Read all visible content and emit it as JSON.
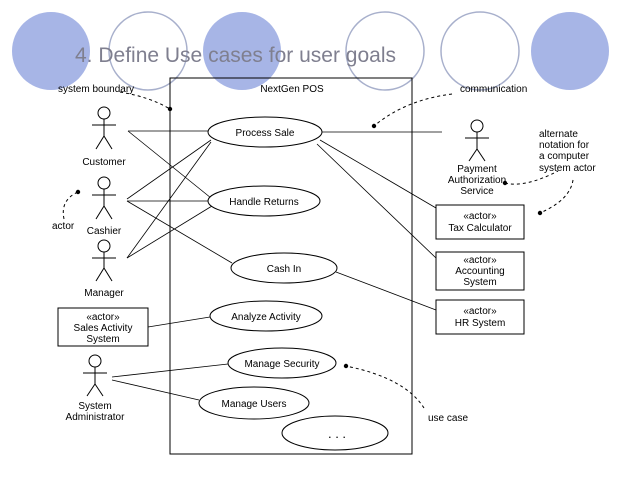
{
  "slide": {
    "title": "4. Define Use cases for user goals"
  },
  "colors": {
    "circle_blue": "#a7b5e6",
    "circle_outline": "#a8b0cc",
    "line": "#000000",
    "title": "#7f7f8f"
  },
  "diagram": {
    "system_name": "NextGen POS",
    "actors": {
      "customer": "Customer",
      "cashier": "Cashier",
      "manager": "Manager",
      "sysadmin_line1": "System",
      "sysadmin_line2": "Administrator",
      "payment_line1": "Payment",
      "payment_line2": "Authorization",
      "payment_line3": "Service"
    },
    "boxes": {
      "stereotype": "«actor»",
      "sales_activity_line1": "Sales Activity",
      "sales_activity_line2": "System",
      "tax_calculator": "Tax Calculator",
      "accounting_line1": "Accounting",
      "accounting_line2": "System",
      "hr_system": "HR System"
    },
    "use_cases": {
      "process_sale": "Process Sale",
      "handle_returns": "Handle Returns",
      "cash_in": "Cash In",
      "analyze_activity": "Analyze Activity",
      "manage_security": "Manage Security",
      "manage_users": "Manage Users",
      "ellipsis": ". . ."
    },
    "annotations": {
      "system_boundary": "system boundary",
      "communication": "communication",
      "actor": "actor",
      "use_case": "use case",
      "alternate_line1": "alternate",
      "alternate_line2": "notation for",
      "alternate_line3": "a computer",
      "alternate_line4": "system actor"
    }
  }
}
